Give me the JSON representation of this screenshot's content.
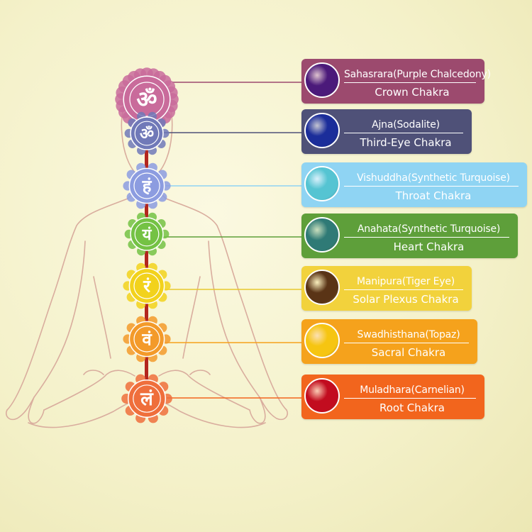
{
  "colors": {
    "background": "#f4f1c9",
    "body_outline": "#d9ad9e",
    "spine": "#b3261e"
  },
  "chakras": [
    {
      "id": "crown",
      "name": "Sahasrara(Purple Chalcedony)",
      "subtitle": "Crown Chakra",
      "card_color": "#9c4a6e",
      "line_color": "#9c4a6e",
      "stone_color": "#4b1a7a",
      "symbol_color": "#c96b9b",
      "symbol": "ॐ"
    },
    {
      "id": "third-eye",
      "name": "Ajna(Sodalite)",
      "subtitle": "Third-Eye Chakra",
      "card_color": "#4f5178",
      "line_color": "#4f5178",
      "stone_color": "#1b2d9a",
      "symbol_color": "#7079b8",
      "symbol": "ॐ"
    },
    {
      "id": "throat",
      "name": "Vishuddha(Synthetic Turquoise)",
      "subtitle": "Throat Chakra",
      "card_color": "#8fd4f3",
      "line_color": "#8fd4f3",
      "stone_color": "#55c4d2",
      "symbol_color": "#8c9ce0",
      "symbol": "हं"
    },
    {
      "id": "heart",
      "name": "Anahata(Synthetic Turquoise)",
      "subtitle": "Heart Chakra",
      "card_color": "#5e9f3a",
      "line_color": "#5e9f3a",
      "stone_color": "#2f7a76",
      "symbol_color": "#74c244",
      "symbol": "यं"
    },
    {
      "id": "solar-plexus",
      "name": "Manipura(Tiger Eye)",
      "subtitle": "Solar Plexus Chakra",
      "card_color": "#f2d23c",
      "line_color": "#e8c92e",
      "stone_color": "#5a3416",
      "symbol_color": "#f2d21c",
      "symbol": "रं"
    },
    {
      "id": "sacral",
      "name": "Swadhisthana(Topaz)",
      "subtitle": "Sacral Chakra",
      "card_color": "#f5a21c",
      "line_color": "#f5a21c",
      "stone_color": "#f6c511",
      "symbol_color": "#f39a2a",
      "symbol": "वं"
    },
    {
      "id": "root",
      "name": "Muladhara(Carnelian)",
      "subtitle": "Root Chakra",
      "card_color": "#f2651d",
      "line_color": "#f2651d",
      "stone_color": "#c20c1f",
      "symbol_color": "#ef6f3c",
      "symbol": "लं"
    }
  ]
}
